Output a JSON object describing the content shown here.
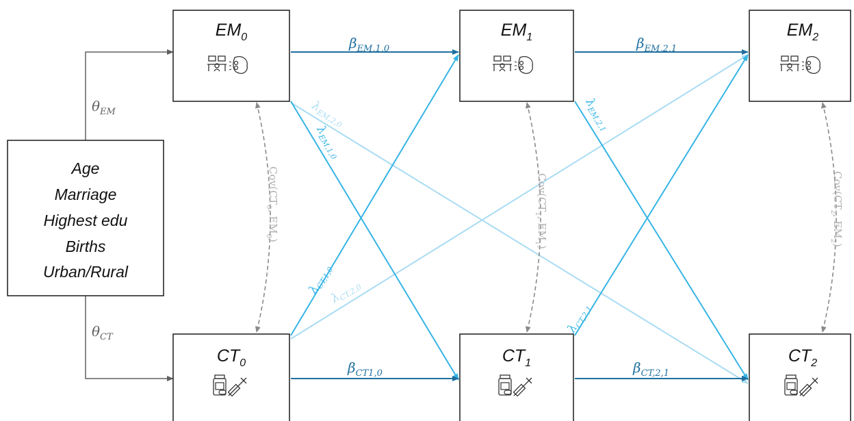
{
  "covariates": {
    "lines": [
      "Age",
      "Marriage",
      "Highest edu",
      "Births",
      "Urban/Rural"
    ]
  },
  "theta": {
    "em": {
      "sym": "θ",
      "sub": "EM"
    },
    "ct": {
      "sym": "θ",
      "sub": "CT"
    }
  },
  "em_nodes": [
    {
      "base": "EM",
      "sub": "0"
    },
    {
      "base": "EM",
      "sub": "1"
    },
    {
      "base": "EM",
      "sub": "2"
    }
  ],
  "ct_nodes": [
    {
      "base": "CT",
      "sub": "0"
    },
    {
      "base": "CT",
      "sub": "1"
    },
    {
      "base": "CT",
      "sub": "2"
    }
  ],
  "beta_labels": {
    "em10": {
      "sym": "β",
      "sub": "EM,1,0"
    },
    "em21": {
      "sym": "β",
      "sub": "EM,2,1"
    },
    "ct10": {
      "sym": "β",
      "sub": "CT1,0"
    },
    "ct21": {
      "sym": "β",
      "sub": "CT,2,1"
    }
  },
  "lambda_labels": {
    "em10": {
      "sym": "λ",
      "sub": "EM,1,0"
    },
    "em20": {
      "sym": "λ",
      "sub": "EM,2,0"
    },
    "em21": {
      "sym": "λ",
      "sub": "EM,2,1"
    },
    "ct10": {
      "sym": "λ",
      "sub": "CT,1,0"
    },
    "ct20": {
      "sym": "λ",
      "sub": "CT,2,0"
    },
    "ct21": {
      "sym": "λ",
      "sub": "CT,2,1"
    }
  },
  "cov_labels": {
    "c0": {
      "pre": "Cov(CT",
      "s1": "0",
      "mid": ", EM",
      "s2": "0",
      "post": ")"
    },
    "c1": {
      "pre": "Cov(CT",
      "s1": "1",
      "mid": ", EM",
      "s2": "1",
      "post": ")"
    },
    "c2": {
      "pre": "Cov(CT",
      "s1": "2",
      "mid": ", EM",
      "s2": "2",
      "post": ")"
    }
  },
  "colors": {
    "beta": "#1f6f9f",
    "lambda_strong": "#36b4e5",
    "lambda_light": "#a9dcf2",
    "cov": "#8a8a8a",
    "theta": "#606060",
    "box": "#1a1a1a"
  },
  "icons": {
    "em": "work-brain-icon",
    "ct": "medication-syringe-icon"
  }
}
